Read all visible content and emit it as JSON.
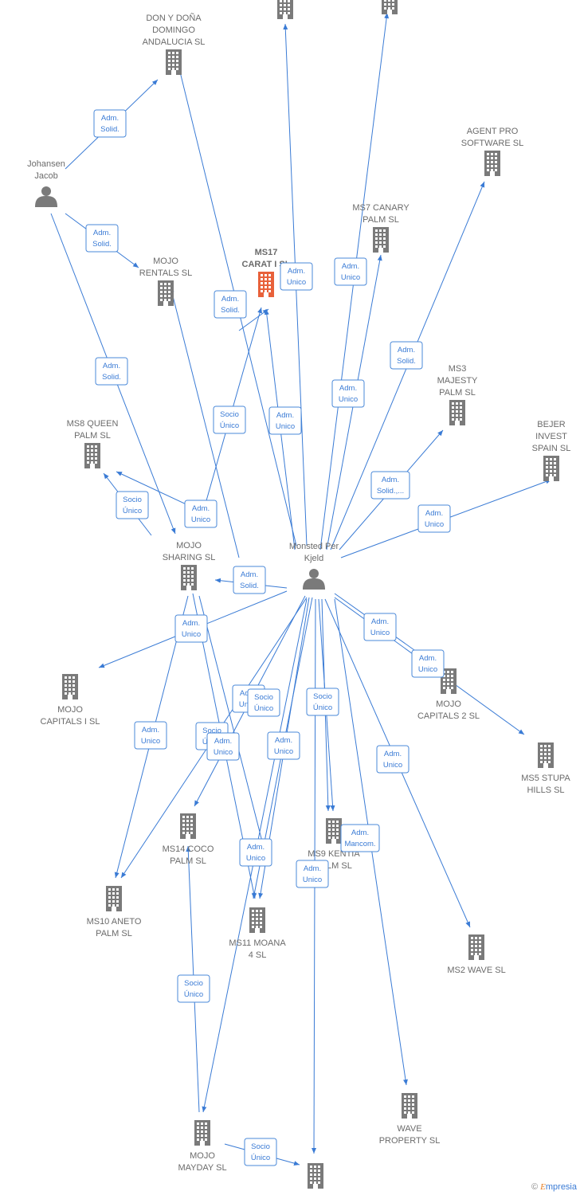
{
  "nodes": {
    "don_domingo": {
      "lines": [
        "DON Y DOÑA",
        "DOMINGO",
        "ANDALUCIA  SL"
      ],
      "kind": "company"
    },
    "top1": {
      "lines": [],
      "kind": "company"
    },
    "top2": {
      "lines": [],
      "kind": "company"
    },
    "johansen": {
      "lines": [
        "Johansen",
        "Jacob"
      ],
      "kind": "person"
    },
    "agent_pro": {
      "lines": [
        "AGENT PRO",
        "SOFTWARE  SL"
      ],
      "kind": "company"
    },
    "ms7": {
      "lines": [
        "MS7 CANARY",
        "PALM  SL"
      ],
      "kind": "company"
    },
    "mojo_rentals": {
      "lines": [
        "MOJO",
        "RENTALS  SL"
      ],
      "kind": "company"
    },
    "ms17": {
      "lines": [
        "MS17",
        "CARAT I  SL"
      ],
      "kind": "company-main"
    },
    "ms3": {
      "lines": [
        "MS3",
        "MAJESTY",
        "PALM  SL"
      ],
      "kind": "company"
    },
    "bejer": {
      "lines": [
        "BEJER",
        "INVEST",
        "SPAIN  SL"
      ],
      "kind": "company"
    },
    "ms8": {
      "lines": [
        "MS8 QUEEN",
        "PALM  SL"
      ],
      "kind": "company"
    },
    "mojo_sharing": {
      "lines": [
        "MOJO",
        "SHARING  SL"
      ],
      "kind": "company"
    },
    "monsted": {
      "lines": [
        "Monsted Per",
        "Kjeld"
      ],
      "kind": "person"
    },
    "mojo_capitals_i": {
      "lines": [
        "MOJO",
        "CAPITALS I  SL"
      ],
      "kind": "company"
    },
    "mojo_capitals_2": {
      "lines": [
        "MOJO",
        "CAPITALS 2  SL"
      ],
      "kind": "company"
    },
    "ms5": {
      "lines": [
        "MS5 STUPA",
        "HILLS  SL"
      ],
      "kind": "company"
    },
    "ms14": {
      "lines": [
        "MS14 COCO",
        "PALM  SL"
      ],
      "kind": "company"
    },
    "ms9": {
      "lines": [
        "MS9 KENTIA",
        "PALM  SL"
      ],
      "kind": "company"
    },
    "ms10": {
      "lines": [
        "MS10 ANETO",
        "PALM  SL"
      ],
      "kind": "company"
    },
    "ms11": {
      "lines": [
        "MS11 MOANA",
        "4  SL"
      ],
      "kind": "company"
    },
    "ms2": {
      "lines": [
        "MS2 WAVE  SL"
      ],
      "kind": "company"
    },
    "wave_property": {
      "lines": [
        "WAVE",
        "PROPERTY  SL"
      ],
      "kind": "company"
    },
    "mojo_mayday": {
      "lines": [
        "MOJO",
        "MAYDAY  SL"
      ],
      "kind": "company"
    },
    "bottom": {
      "lines": [],
      "kind": "company"
    }
  },
  "relations": [
    {
      "lines": [
        "Adm.",
        "Solid."
      ]
    },
    {
      "lines": [
        "Adm.",
        "Solid."
      ]
    },
    {
      "lines": [
        "Adm.",
        "Solid."
      ]
    },
    {
      "lines": [
        "Adm.",
        "Solid."
      ]
    },
    {
      "lines": [
        "Adm.",
        "Unico"
      ]
    },
    {
      "lines": [
        "Adm.",
        "Unico"
      ]
    },
    {
      "lines": [
        "Adm.",
        "Solid."
      ]
    },
    {
      "lines": [
        "Adm.",
        "Unico"
      ]
    },
    {
      "lines": [
        "Socio",
        "Único"
      ]
    },
    {
      "lines": [
        "Adm.",
        "Unico"
      ]
    },
    {
      "lines": [
        "Adm.",
        "Solid.,..."
      ]
    },
    {
      "lines": [
        "Adm.",
        "Unico"
      ]
    },
    {
      "lines": [
        "Socio",
        "Único"
      ]
    },
    {
      "lines": [
        "Adm.",
        "Unico"
      ]
    },
    {
      "lines": [
        "Adm.",
        "Solid."
      ]
    },
    {
      "lines": [
        "Adm.",
        "Unico"
      ]
    },
    {
      "lines": [
        "Adm.",
        "Unico"
      ]
    },
    {
      "lines": [
        "Adm.",
        "Unico"
      ]
    },
    {
      "lines": [
        "Adm.",
        "Unico"
      ]
    },
    {
      "lines": [
        "Socio",
        "Único"
      ]
    },
    {
      "lines": [
        "Adm.",
        "Unico"
      ]
    },
    {
      "lines": [
        "Socio",
        "Único"
      ]
    },
    {
      "lines": [
        "Adm.",
        "Unico"
      ]
    },
    {
      "lines": [
        "Adm.",
        "Unico"
      ]
    },
    {
      "lines": [
        "Adm.",
        "Unico"
      ]
    },
    {
      "lines": [
        "Adm.",
        "Mancom."
      ]
    },
    {
      "lines": [
        "Adm.",
        "Unico"
      ]
    },
    {
      "lines": [
        "Adm.",
        "Unico"
      ]
    },
    {
      "lines": [
        "Socio",
        "Único"
      ]
    },
    {
      "lines": [
        "Socio",
        "Único"
      ]
    },
    {
      "lines": [
        "Socio",
        "Único"
      ]
    }
  ],
  "colors": {
    "edge": "#3a7bd5",
    "building": "#7a7a7a",
    "main_building": "#e8613a",
    "label": "#6b6b6b"
  },
  "footer": {
    "copyright": "©",
    "brand_initial": "E",
    "brand_rest": "mpresia"
  }
}
